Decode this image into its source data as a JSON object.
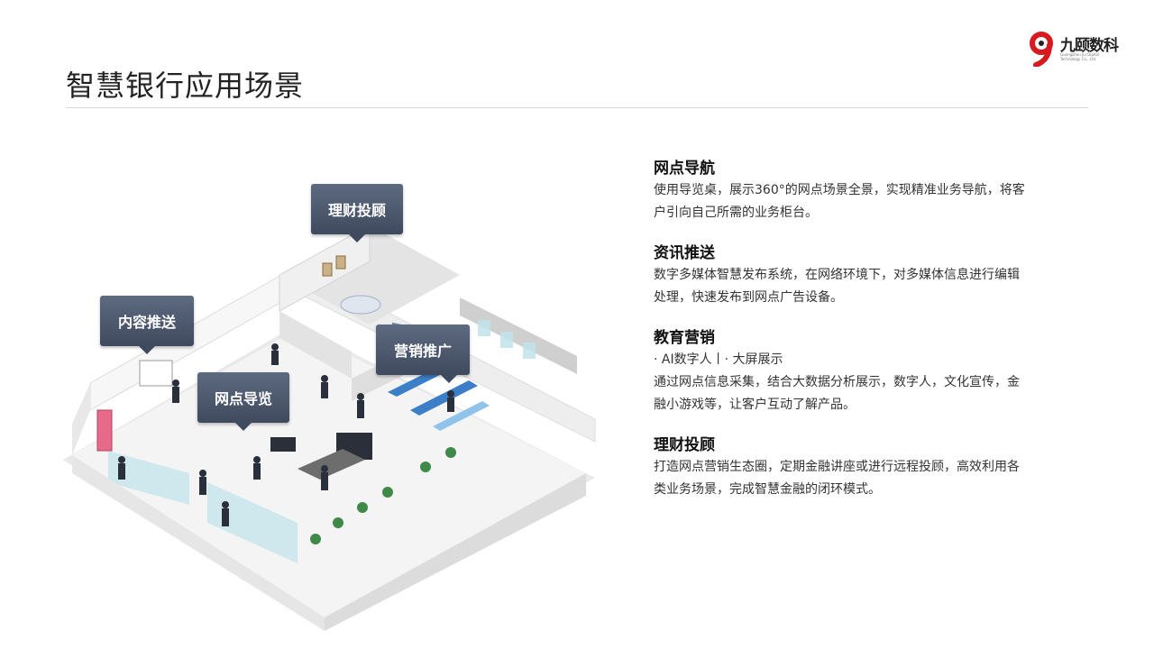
{
  "page": {
    "title": "智慧银行应用场景"
  },
  "logo": {
    "name": "九颐数科",
    "subline1": "Guangzhou Jiu Digital",
    "subline2": "Technology Co., Ltd",
    "brand_color": "#d71920"
  },
  "callouts": {
    "wealth_advisor": "理财投顾",
    "content_push": "内容推送",
    "marketing": "营销推广",
    "navigation": "网点导览"
  },
  "sections": [
    {
      "title": "网点导航",
      "lines": [
        "使用导览桌，展示360°的网点场景全景，实现精准业务导航，将客",
        "户引向自己所需的业务柜台。"
      ]
    },
    {
      "title": "资讯推送",
      "lines": [
        "数字多媒体智慧发布系统，在网络环境下，对多媒体信息进行编辑",
        "处理，快速发布到网点广告设备。"
      ]
    },
    {
      "title": "教育营销",
      "lines": [
        "· AI数字人丨· 大屏展示",
        "通过网点信息采集，结合大数据分析展示，数字人，文化宣传，金",
        "融小游戏等，让客户互动了解产品。"
      ]
    },
    {
      "title": "理财投顾",
      "lines": [
        "打造网点营销生态圈，定期金融讲座或进行远程投顾，高效利用各",
        "类业务场景，完成智慧金融的闭环模式。"
      ]
    }
  ],
  "colors": {
    "callout_bg": "#4d586d",
    "floor": "#efefef",
    "glass": "#bfe3ea",
    "accent_blue": "#3b7fc9"
  }
}
